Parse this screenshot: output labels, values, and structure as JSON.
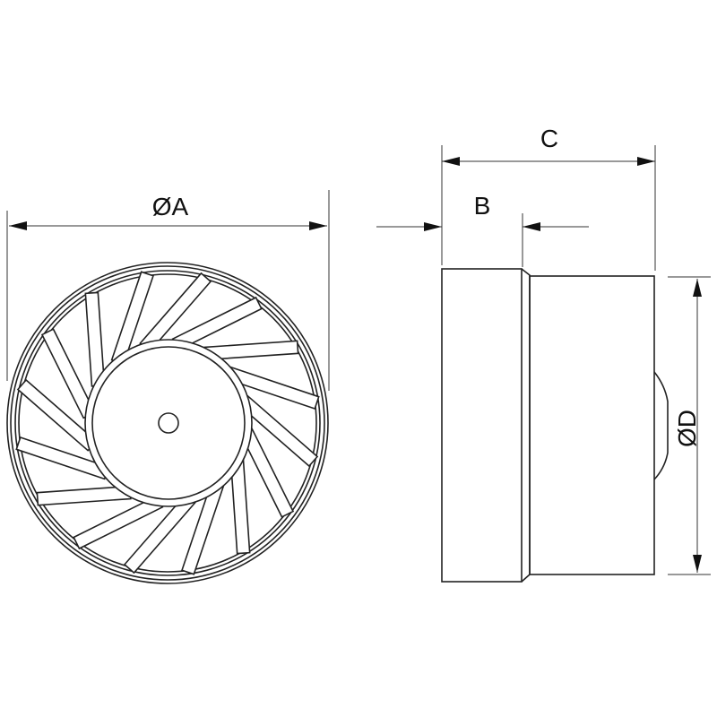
{
  "diagram": {
    "labels": {
      "diameter_a": "ØA",
      "b": "B",
      "c": "C",
      "diameter_d": "ØD"
    },
    "colors": {
      "line": "#222222",
      "background": "#ffffff"
    }
  }
}
